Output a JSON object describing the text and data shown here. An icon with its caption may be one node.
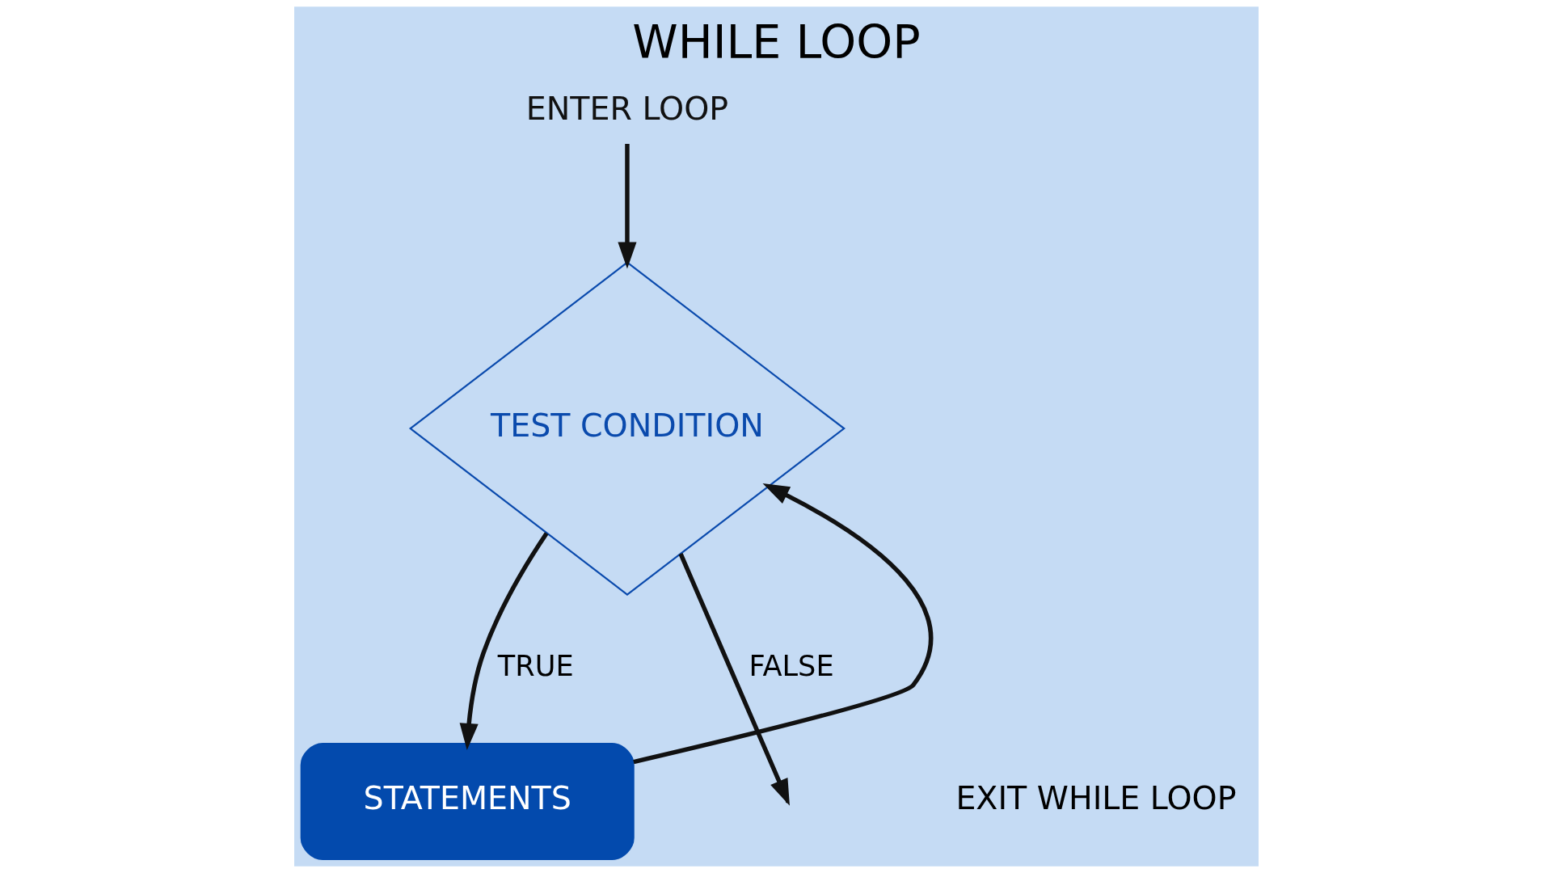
{
  "diagram": {
    "title": "WHILE LOOP",
    "nodes": [
      {
        "text": [
          "ENTER LOOP"
        ]
      },
      {
        "text": [
          "TEST CONDITION"
        ]
      },
      {
        "text": [
          "STATEMENTS"
        ]
      }
    ],
    "edges": [
      {
        "from": 0,
        "to": 1,
        "arrow": "to"
      },
      {
        "from": 1,
        "to": 2,
        "arrow": "to",
        "label": "TRUE"
      },
      {
        "from": 2,
        "to": 1,
        "arrow": "to"
      },
      {
        "from": 1,
        "to": null,
        "arrow": "to",
        "label": "FALSE"
      }
    ],
    "labels": [
      "EXIT WHILE LOOP"
    ]
  }
}
